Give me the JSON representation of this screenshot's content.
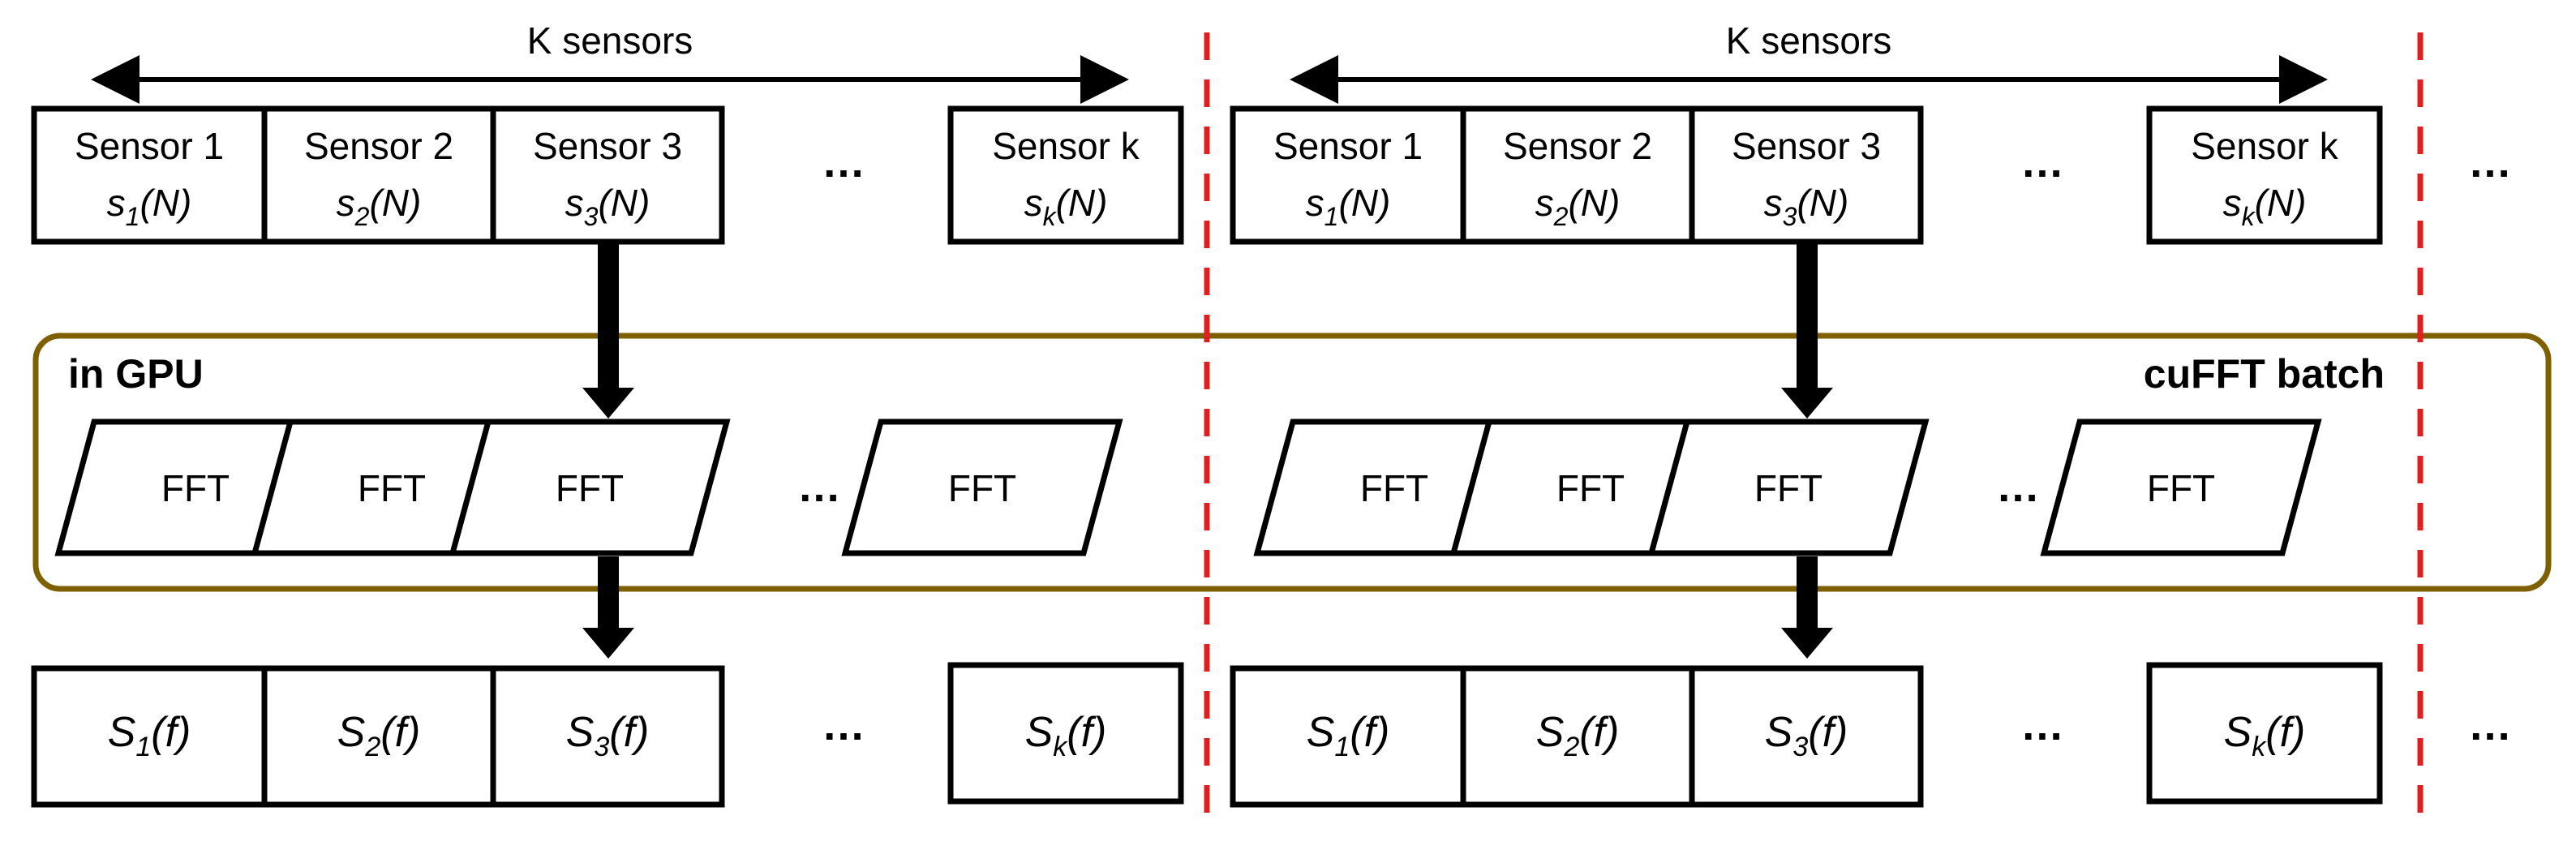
{
  "colors": {
    "gpu_border": "#7f6000",
    "separator": "#e02020",
    "stroke": "#000000"
  },
  "gpu_label": "in GPU",
  "batch_label": "cuFFT batch",
  "ellipsis": "…",
  "panels": [
    {
      "span_label": "K sensors",
      "sensors": [
        {
          "name": "Sensor 1",
          "sig": "s",
          "sub": "1",
          "arg": "(N)"
        },
        {
          "name": "Sensor 2",
          "sig": "s",
          "sub": "2",
          "arg": "(N)"
        },
        {
          "name": "Sensor 3",
          "sig": "s",
          "sub": "3",
          "arg": "(N)"
        },
        {
          "name": "Sensor k",
          "sig": "s",
          "sub": "k",
          "arg": "(N)"
        }
      ],
      "fft": [
        "FFT",
        "FFT",
        "FFT",
        "FFT"
      ],
      "outputs": [
        {
          "sig": "S",
          "sub": "1",
          "arg": "(f)"
        },
        {
          "sig": "S",
          "sub": "2",
          "arg": "(f)"
        },
        {
          "sig": "S",
          "sub": "3",
          "arg": "(f)"
        },
        {
          "sig": "S",
          "sub": "k",
          "arg": "(f)"
        }
      ]
    },
    {
      "span_label": "K sensors",
      "sensors": [
        {
          "name": "Sensor 1",
          "sig": "s",
          "sub": "1",
          "arg": "(N)"
        },
        {
          "name": "Sensor 2",
          "sig": "s",
          "sub": "2",
          "arg": "(N)"
        },
        {
          "name": "Sensor 3",
          "sig": "s",
          "sub": "3",
          "arg": "(N)"
        },
        {
          "name": "Sensor k",
          "sig": "s",
          "sub": "k",
          "arg": "(N)"
        }
      ],
      "fft": [
        "FFT",
        "FFT",
        "FFT",
        "FFT"
      ],
      "outputs": [
        {
          "sig": "S",
          "sub": "1",
          "arg": "(f)"
        },
        {
          "sig": "S",
          "sub": "2",
          "arg": "(f)"
        },
        {
          "sig": "S",
          "sub": "3",
          "arg": "(f)"
        },
        {
          "sig": "S",
          "sub": "k",
          "arg": "(f)"
        }
      ]
    }
  ]
}
